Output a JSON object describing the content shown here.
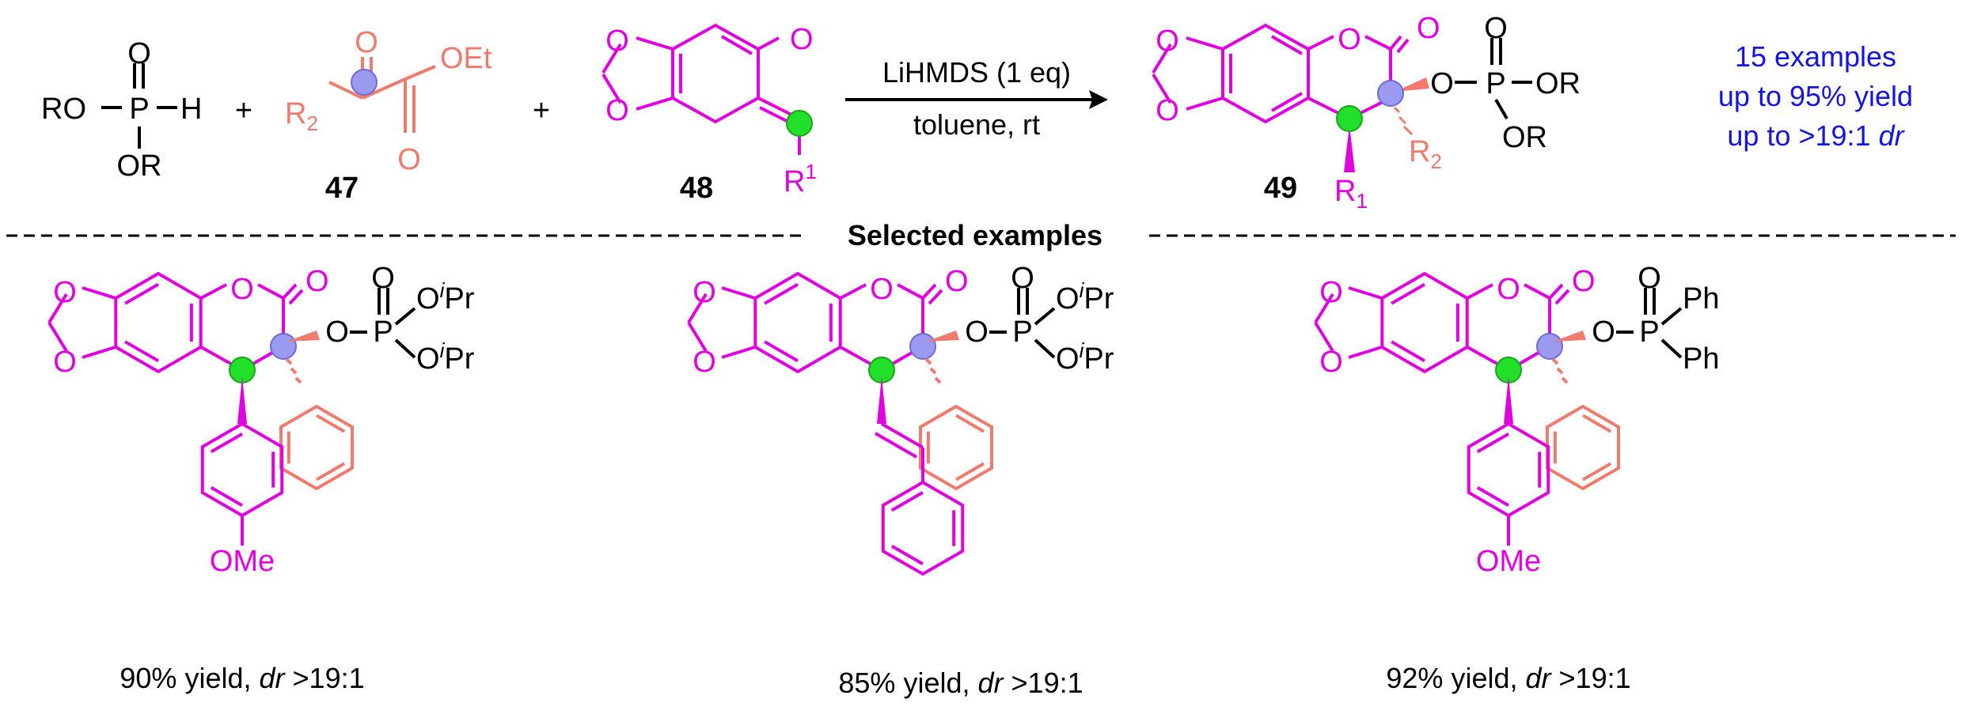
{
  "colors": {
    "black": "#000000",
    "magenta": "#e000e0",
    "salmon": "#f07a6c",
    "blue": "#1414e6",
    "green_highlight": "#22e02a",
    "blue_highlight": "#9a9af0"
  },
  "reagents": {
    "phosphite": {
      "o_top": "O",
      "ro_left": "RO",
      "p": "P",
      "h": "H",
      "or_bottom": "OR"
    },
    "plus": "+",
    "ketoester": {
      "o_top": "O",
      "oet": "OEt",
      "o_bottom": "O",
      "r2": "R",
      "r2_sub": "2",
      "number": "47"
    },
    "quinone_methide": {
      "o_top": "O",
      "o_ring1": "O",
      "o_ring2": "O",
      "r1": "R",
      "r1_sup": "1",
      "number": "48"
    }
  },
  "conditions": {
    "above": "LiHMDS (1 eq)",
    "below": "toluene, rt"
  },
  "product": {
    "number": "49",
    "o_lactone": "O",
    "o_carbonyl": "O",
    "o_ring1": "O",
    "o_ring2": "O",
    "o_p": "O",
    "p": "P",
    "o_pdouble": "O",
    "or1": "OR",
    "or2": "OR",
    "r2": "R",
    "r2_sub": "2",
    "r1": "R",
    "r1_sub": "1"
  },
  "summary": {
    "line1": "15 examples",
    "line2": "up to 95% yield",
    "line3_prefix": "up to >19:1 ",
    "line3_italic": "dr"
  },
  "section_title": "Selected examples",
  "examples": [
    {
      "p_o": "O",
      "p": "P",
      "sub1_pre": "O",
      "sub1_sup": "i",
      "sub1_post": "Pr",
      "sub2_pre": "O",
      "sub2_sup": "i",
      "sub2_post": "Pr",
      "bottom_group": "OMe",
      "caption_prefix": "90% yield, ",
      "caption_italic": "dr",
      "caption_suffix": " >19:1"
    },
    {
      "p_o": "O",
      "p": "P",
      "sub1_pre": "O",
      "sub1_sup": "i",
      "sub1_post": "Pr",
      "sub2_pre": "O",
      "sub2_sup": "i",
      "sub2_post": "Pr",
      "bottom_group": "",
      "caption_prefix": "85% yield, ",
      "caption_italic": "dr",
      "caption_suffix": " >19:1"
    },
    {
      "p_o": "O",
      "p": "P",
      "sub1_pre": "Ph",
      "sub1_sup": "",
      "sub1_post": "",
      "sub2_pre": "Ph",
      "sub2_sup": "",
      "sub2_post": "",
      "bottom_group": "OMe",
      "caption_prefix": "92% yield, ",
      "caption_italic": "dr",
      "caption_suffix": " >19:1"
    }
  ]
}
